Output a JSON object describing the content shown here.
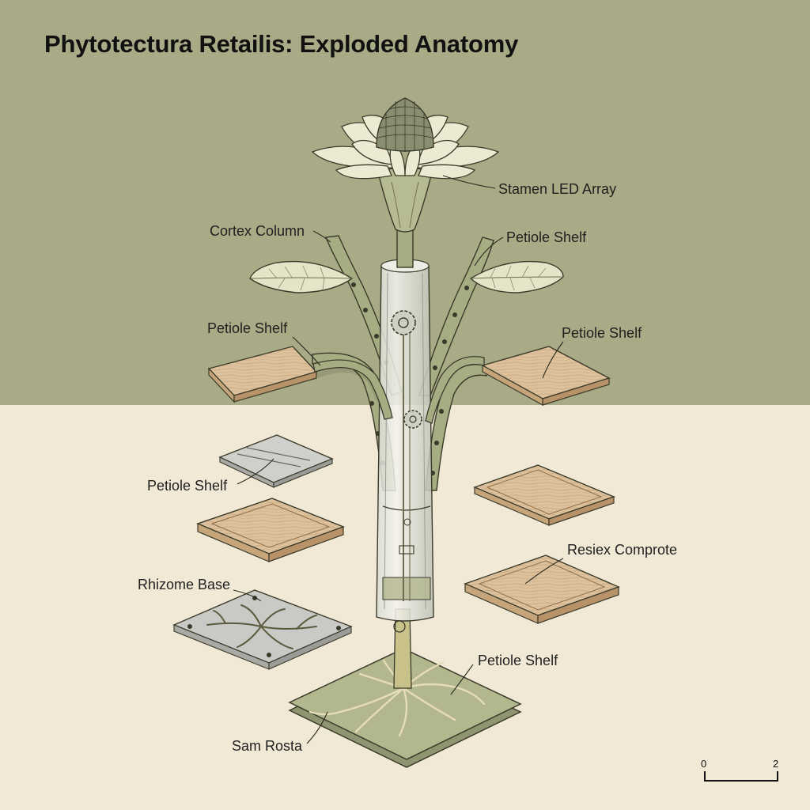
{
  "title": "Phytotectura Retailis: Exploded Anatomy",
  "labels": {
    "stamen_led_array": "Stamen LED Array",
    "cortex_column": "Cortex Column",
    "petiole_shelf_upper_right": "Petiole Shelf",
    "petiole_shelf_mid_left": "Petiole Shelf",
    "petiole_shelf_mid_right": "Petiole Shelf",
    "petiole_shelf_lower_left": "Petiole Shelf",
    "resiex_comprote": "Resiex Comprote",
    "rhizome_base": "Rhizome Base",
    "petiole_shelf_bottom": "Petiole Shelf",
    "sam_rosta": "Sam Rosta"
  },
  "scale_bar": {
    "start_label": "0",
    "end_label": "2"
  },
  "colors": {
    "background_top": "#a9aa86",
    "background_bottom": "#f1e9d6",
    "stem_green": "#a7ad83",
    "wood": "#dcc19c",
    "metal": "#c9c9c6",
    "petal": "#ecead3",
    "ink": "#3a3a2a"
  }
}
